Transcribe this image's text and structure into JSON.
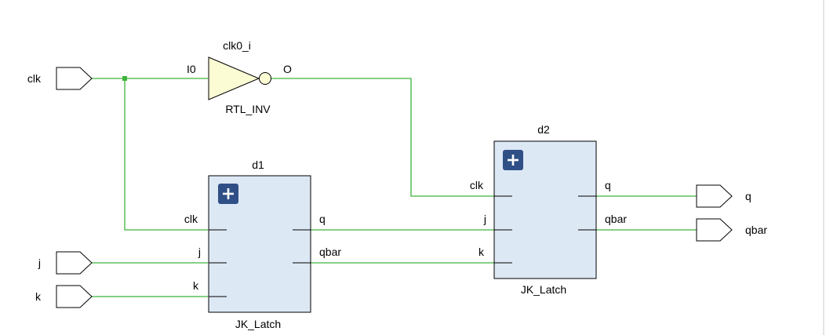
{
  "input_ports": {
    "clk": "clk",
    "j": "j",
    "k": "k"
  },
  "output_ports": {
    "q": "q",
    "qbar": "qbar"
  },
  "inverter": {
    "instance": "clk0_i",
    "type": "RTL_INV",
    "pin_in": "I0",
    "pin_out": "O"
  },
  "d1": {
    "instance": "d1",
    "type": "JK_Latch",
    "pins_in": {
      "clk": "clk",
      "j": "j",
      "k": "k"
    },
    "pins_out": {
      "q": "q",
      "qbar": "qbar"
    }
  },
  "d2": {
    "instance": "d2",
    "type": "JK_Latch",
    "pins_in": {
      "clk": "clk",
      "j": "j",
      "k": "k"
    },
    "pins_out": {
      "q": "q",
      "qbar": "qbar"
    }
  },
  "colors": {
    "wire": "#3cb43c",
    "block_fill": "#dde8f5",
    "expand_button": "#2f4f86"
  },
  "icons": {
    "expand": "plus-icon"
  }
}
